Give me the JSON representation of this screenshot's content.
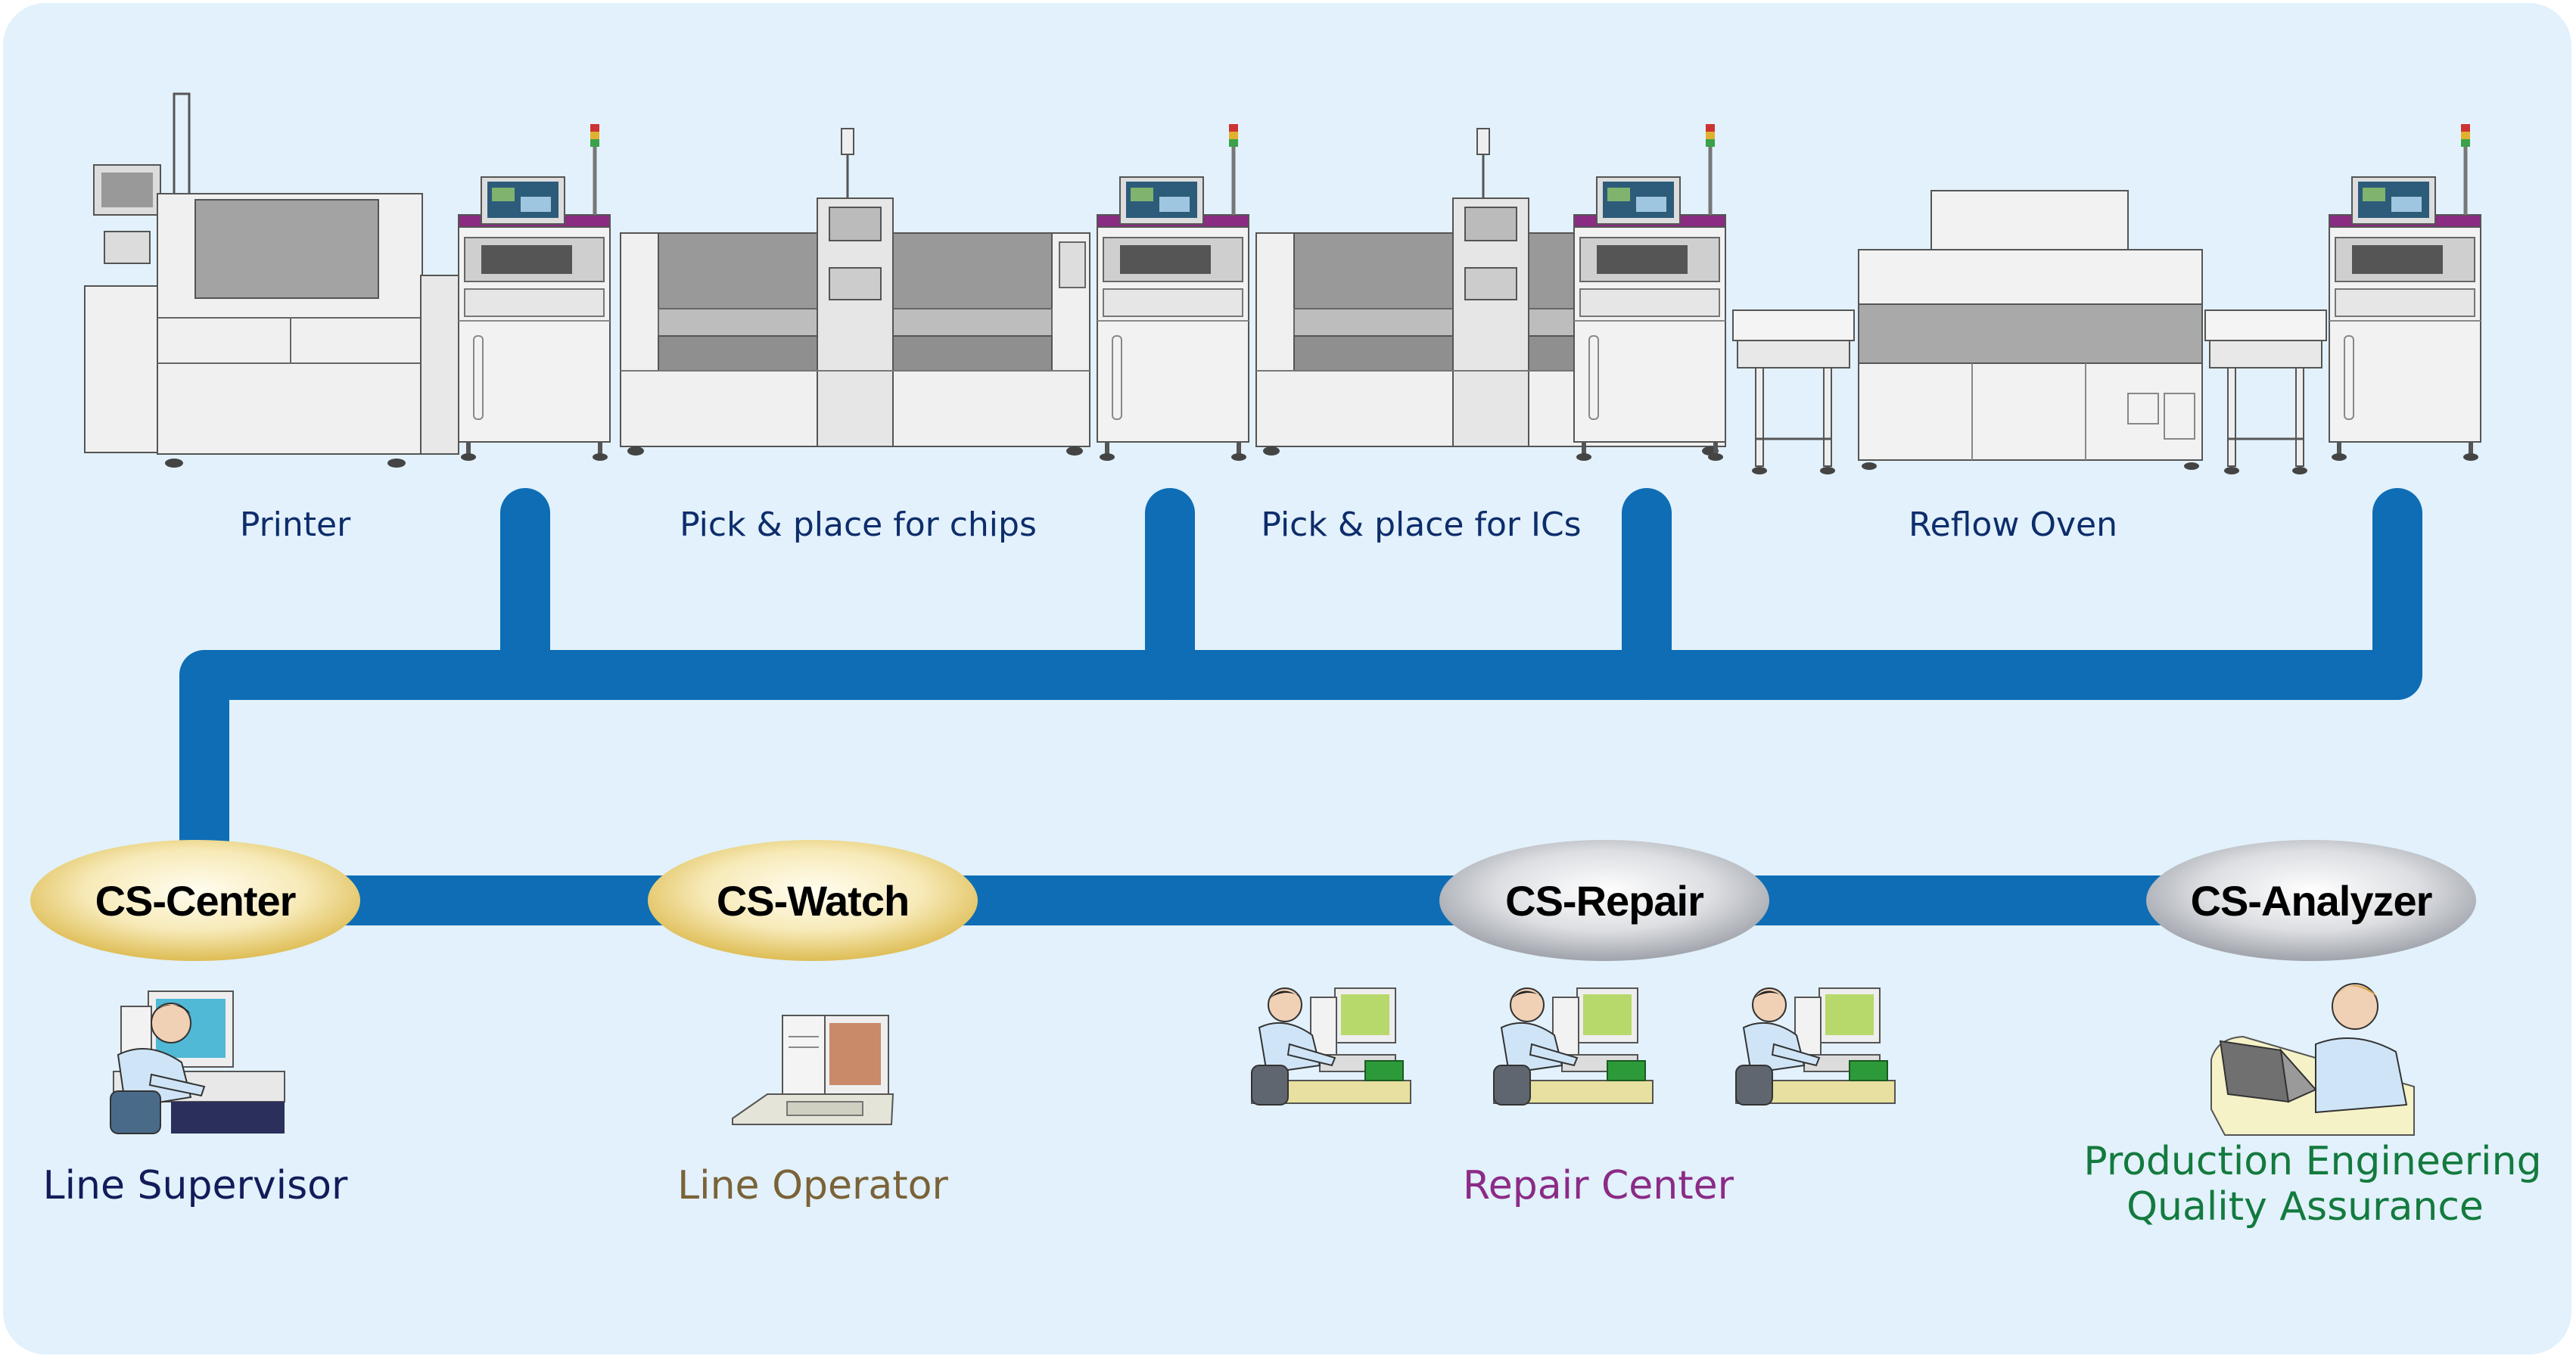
{
  "colors": {
    "background": "#e2f1fb",
    "network": "#0e6db5",
    "line_supervisor": "#131c5a",
    "line_operator": "#7a6338",
    "repair_center": "#8b2b86",
    "production_engineering": "#137a3e",
    "node_gold": "#f0d98a",
    "node_silver": "#b9bcc1"
  },
  "machines": [
    {
      "label": "Printer"
    },
    {
      "label": "Pick & place for chips"
    },
    {
      "label": "Pick & place for ICs"
    },
    {
      "label": "Reflow Oven"
    }
  ],
  "nodes": [
    {
      "label": "CS-Center",
      "style": "gold"
    },
    {
      "label": "CS-Watch",
      "style": "gold"
    },
    {
      "label": "CS-Repair",
      "style": "silver"
    },
    {
      "label": "CS-Analyzer",
      "style": "silver"
    }
  ],
  "roles": {
    "line_supervisor": "Line Supervisor",
    "line_operator": "Line Operator",
    "repair_center": "Repair Center",
    "production_engineering_line1": "Production Engineering",
    "production_engineering_line2": "Quality Assurance"
  },
  "icons": [
    "inspection-machine-icon",
    "printer-machine-icon",
    "pick-and-place-machine-icon",
    "reflow-oven-icon",
    "conveyor-icon",
    "workstation-person-icon",
    "desktop-computer-icon",
    "laptop-person-icon"
  ]
}
